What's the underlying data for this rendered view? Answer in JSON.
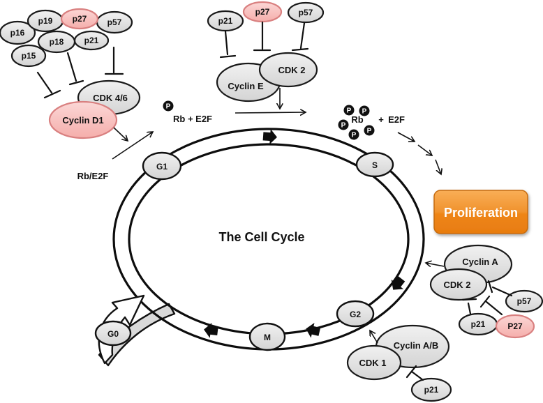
{
  "title": "The Cell Cycle",
  "phases": {
    "g1": "G1",
    "s": "S",
    "g2": "G2",
    "m": "M",
    "g0": "G0"
  },
  "g1_phase_complex": {
    "p19": "p19",
    "p27": "p27",
    "p57": "p57",
    "p16": "p16",
    "p18": "p18",
    "p21": "p21",
    "p15": "p15",
    "cdk": "CDK 4/6",
    "cyclin": "Cyclin D1"
  },
  "rb_e2f_bound": "Rb/E2F",
  "s_phase_complex": {
    "p21": "p21",
    "p27": "p27",
    "p57": "p57",
    "cyclin": "Cyclin E",
    "cdk": "CDK 2"
  },
  "phospho": {
    "p": "P",
    "left_label": "Rb + E2F",
    "rb": "Rb",
    "plus": "+",
    "e2f": "E2F"
  },
  "s_g2_complex": {
    "cyclin": "Cyclin A",
    "cdk": "CDK 2",
    "p57": "p57",
    "p21": "p21",
    "p27": "P27"
  },
  "m_phase_complex": {
    "cyclin": "Cyclin A/B",
    "cdk": "CDK 1",
    "p21": "p21"
  },
  "proliferation_label": "Proliferation",
  "colors": {
    "inhibitor_highlight_pink": "#f5b1ac",
    "node_gray": "#e0e0e0",
    "proliferation_orange": "#ee8412",
    "line_black": "#111111"
  }
}
